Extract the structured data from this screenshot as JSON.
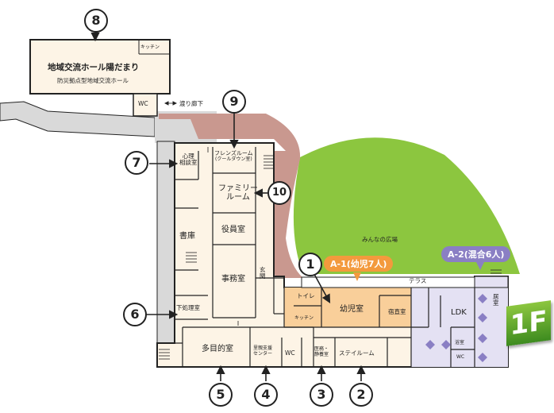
{
  "colors": {
    "wall": "#222222",
    "room_fill": "#fdf4e6",
    "corridor_gray": "#d9d9d9",
    "terrace_brown": "#c9988f",
    "plaza_green": "#8cc63f",
    "infant_room_orange": "#f9cf9a",
    "tag_orange": "#f39a3d",
    "lavender_area": "#e4e1f3",
    "tag_purple": "#8a7fc4",
    "floor_badge_green": "#5aa02c"
  },
  "floor": {
    "label": "1F"
  },
  "tags": {
    "a1": "A-1(幼児7人)",
    "a2": "A-2(混合6人)"
  },
  "markers": [
    "1",
    "2",
    "3",
    "4",
    "5",
    "6",
    "7",
    "8",
    "9",
    "10"
  ],
  "rooms": {
    "hall_title": "地域交流ホール陽だまり",
    "hall_subtitle": "防災拠点型地域交流ホール",
    "hall_kitchen": "キッチン",
    "wc_top": "WC",
    "corridor": "渡り廊下",
    "counsel_1": "心理",
    "counsel_2": "相談室",
    "friends_1": "フレンズルーム",
    "friends_2": "(クールダウン室)",
    "family_1": "ファミリー",
    "family_2": "ルーム",
    "officers": "役員室",
    "office": "事務室",
    "storage": "書庫",
    "entrance_1": "玄",
    "entrance_2": "関",
    "plaza": "みんなの広場",
    "terrace": "テラス",
    "toilet": "トイレ",
    "infant": "幼児室",
    "kitchen": "キッチン",
    "night": "宿直室",
    "ldk": "LDK",
    "bedroom_1": "居",
    "bedroom_2": "室",
    "bath": "浴室",
    "wc_a2": "WC",
    "bath_prep": "下処理室",
    "multi": "多目的室",
    "support_1": "里親支援",
    "support_2": "センター",
    "wc_bottom": "WC",
    "medical_1": "医務・",
    "medical_2": "静養室",
    "stay": "ステイルーム"
  }
}
